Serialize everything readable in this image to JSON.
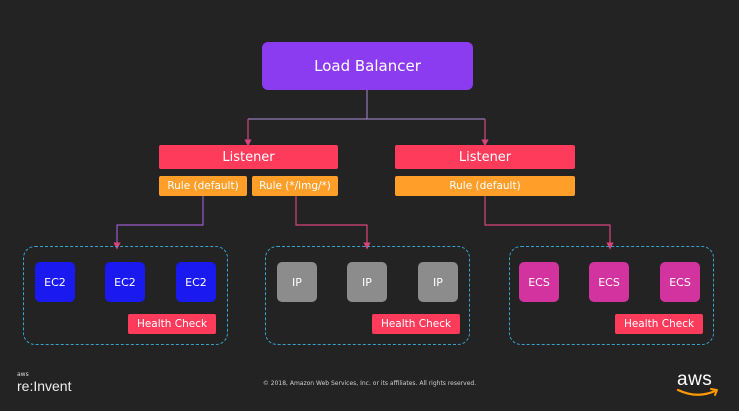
{
  "load_balancer": {
    "label": "Load Balancer"
  },
  "listeners": [
    {
      "label": "Listener",
      "rules": [
        "Rule (default)",
        "Rule (*/img/*)"
      ]
    },
    {
      "label": "Listener",
      "rules": [
        "Rule (default)"
      ]
    }
  ],
  "target_groups": [
    {
      "type": "ec2",
      "targets": [
        "EC2",
        "EC2",
        "EC2"
      ],
      "health_check": "Health Check"
    },
    {
      "type": "ip",
      "targets": [
        "IP",
        "IP",
        "IP"
      ],
      "health_check": "Health Check"
    },
    {
      "type": "ecs",
      "targets": [
        "ECS",
        "ECS",
        "ECS"
      ],
      "health_check": "Health Check"
    }
  ],
  "footer": {
    "brand_small": "aws",
    "brand_event": "re:Invent",
    "copyright": "© 2018, Amazon Web Services, Inc. or its affiliates. All rights reserved.",
    "logo": "aws"
  },
  "colors": {
    "load_balancer": "#8c3cf0",
    "listener": "#ff3b5c",
    "rule": "#ff9f2a",
    "ec2": "#1919f0",
    "ip": "#8c8c8c",
    "ecs": "#d2339e",
    "group_border": "#3aa3c9",
    "connector": "#d9437a"
  }
}
